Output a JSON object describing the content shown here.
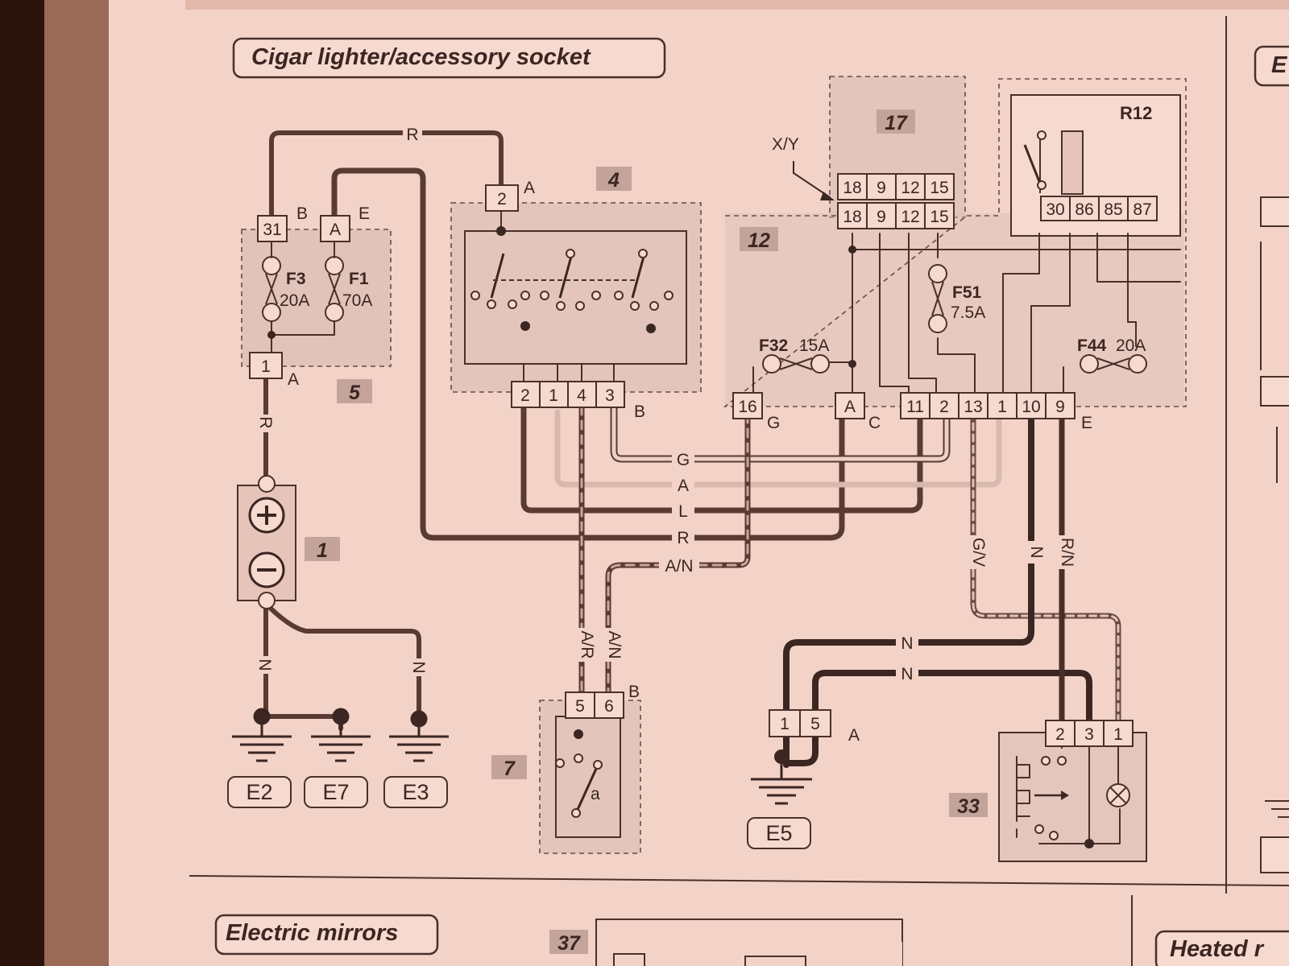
{
  "section_titles": {
    "main": "Cigar lighter/accessory socket",
    "bottom_left": "Electric mirrors",
    "bottom_right": "Heated r",
    "top_right_partial": "E"
  },
  "component_numbers": {
    "battery": "1",
    "switch_block": "4",
    "fuse_box": "5",
    "switch_7": "7",
    "box_12": "12",
    "box_17": "17",
    "lighter": "33",
    "mirror_37": "37",
    "relay": "R12"
  },
  "fuses": {
    "f3": {
      "name": "F3",
      "rating": "20A"
    },
    "f1": {
      "name": "F1",
      "rating": "70A"
    },
    "f51": {
      "name": "F51",
      "rating": "7.5A"
    },
    "f32": {
      "name": "F32",
      "rating": "15A"
    },
    "f44": {
      "name": "F44",
      "rating": "20A"
    }
  },
  "grounds": [
    "E2",
    "E7",
    "E3",
    "E5"
  ],
  "wire_colors": {
    "r": "R",
    "n": "N",
    "g": "G",
    "a": "A",
    "l": "L",
    "an": "A/N",
    "ar": "A/R",
    "gv": "G/V",
    "rn": "R/N"
  },
  "connector_letters": {
    "a": "A",
    "b": "B",
    "c": "C",
    "e": "E",
    "g": "G",
    "xy": "X/Y",
    "switch_a": "a"
  },
  "pins": {
    "fuse_b": "31",
    "fuse_e": "A",
    "fuse_out": "1",
    "sw4_top": "2",
    "sw4_bottom": [
      "2",
      "1",
      "4",
      "3"
    ],
    "box17_row": [
      "18",
      "9",
      "12",
      "15"
    ],
    "relay": [
      "30",
      "86",
      "85",
      "87"
    ],
    "box12_g": "16",
    "box12_c": "A",
    "box12_e": [
      "11",
      "2",
      "13",
      "1",
      "10",
      "9"
    ],
    "sw7": [
      "5",
      "6"
    ],
    "e5_conn": [
      "1",
      "5"
    ],
    "lighter": [
      "2",
      "3",
      "1"
    ]
  },
  "colors": {
    "paper": "#f3d3c8",
    "ink": "#3b2622",
    "shade": "#d9bcb3",
    "frame_dark": "#2a120d"
  }
}
